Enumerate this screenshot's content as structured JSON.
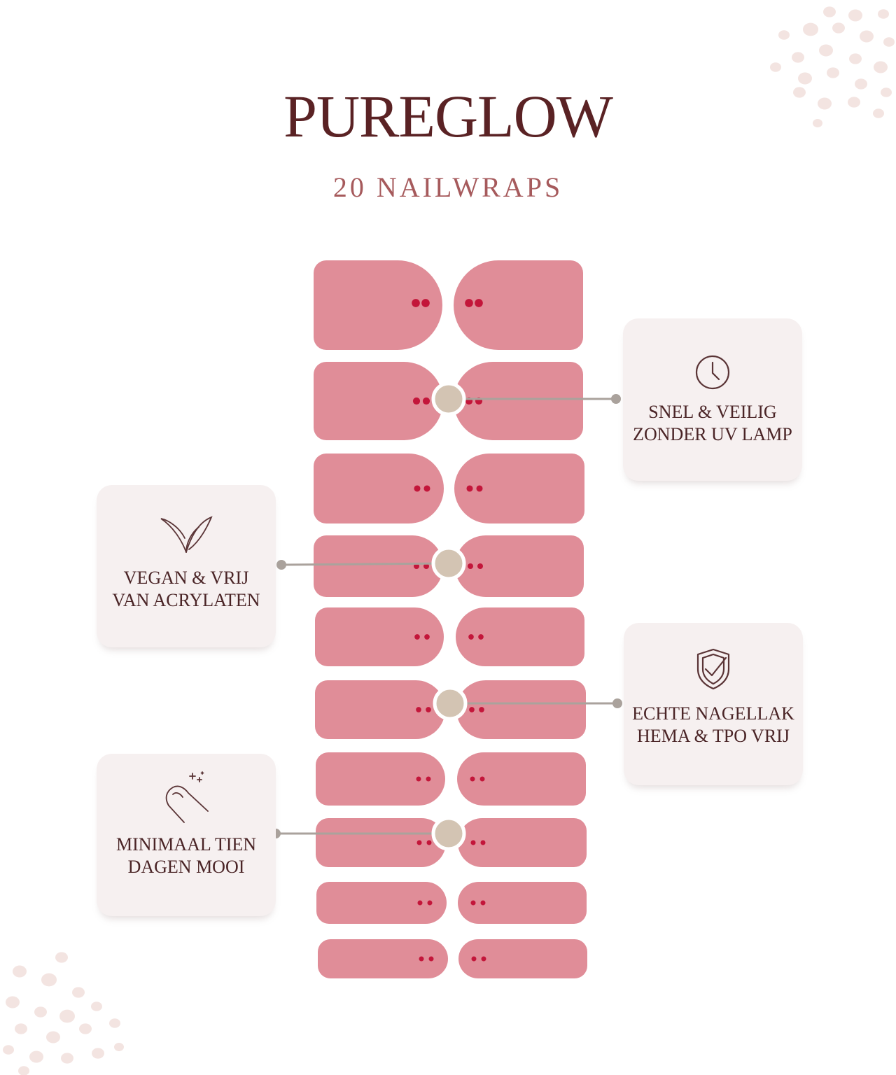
{
  "brand": {
    "title": "PUREGLOW",
    "subtitle": "20 NAILWRAPS"
  },
  "colors": {
    "title": "#5a2224",
    "subtitle": "#a65a5c",
    "text": "#4a2426",
    "icon": "#5a3436",
    "card_bg": "#f6f0f0",
    "wrap_fill": "#e08d98",
    "wrap_dot": "#c3163a",
    "connector_line": "#aaa29c",
    "connector_node": "#d3c4b3",
    "speckle": "#f3e4e1"
  },
  "features": [
    {
      "icon": "clock-icon",
      "line1": "SNEL & VEILIG",
      "line2": "ZONDER UV LAMP"
    },
    {
      "icon": "leaf-icon",
      "line1": "VEGAN & VRIJ",
      "line2": "VAN ACRYLATEN"
    },
    {
      "icon": "shield-check-icon",
      "line1": "ECHTE NAGELLAK",
      "line2": "HEMA & TPO VRIJ"
    },
    {
      "icon": "nail-sparkle-icon",
      "line1": "MINIMAAL TIEN",
      "line2": "DAGEN MOOI"
    }
  ],
  "nail_wraps": {
    "count": 20
  }
}
